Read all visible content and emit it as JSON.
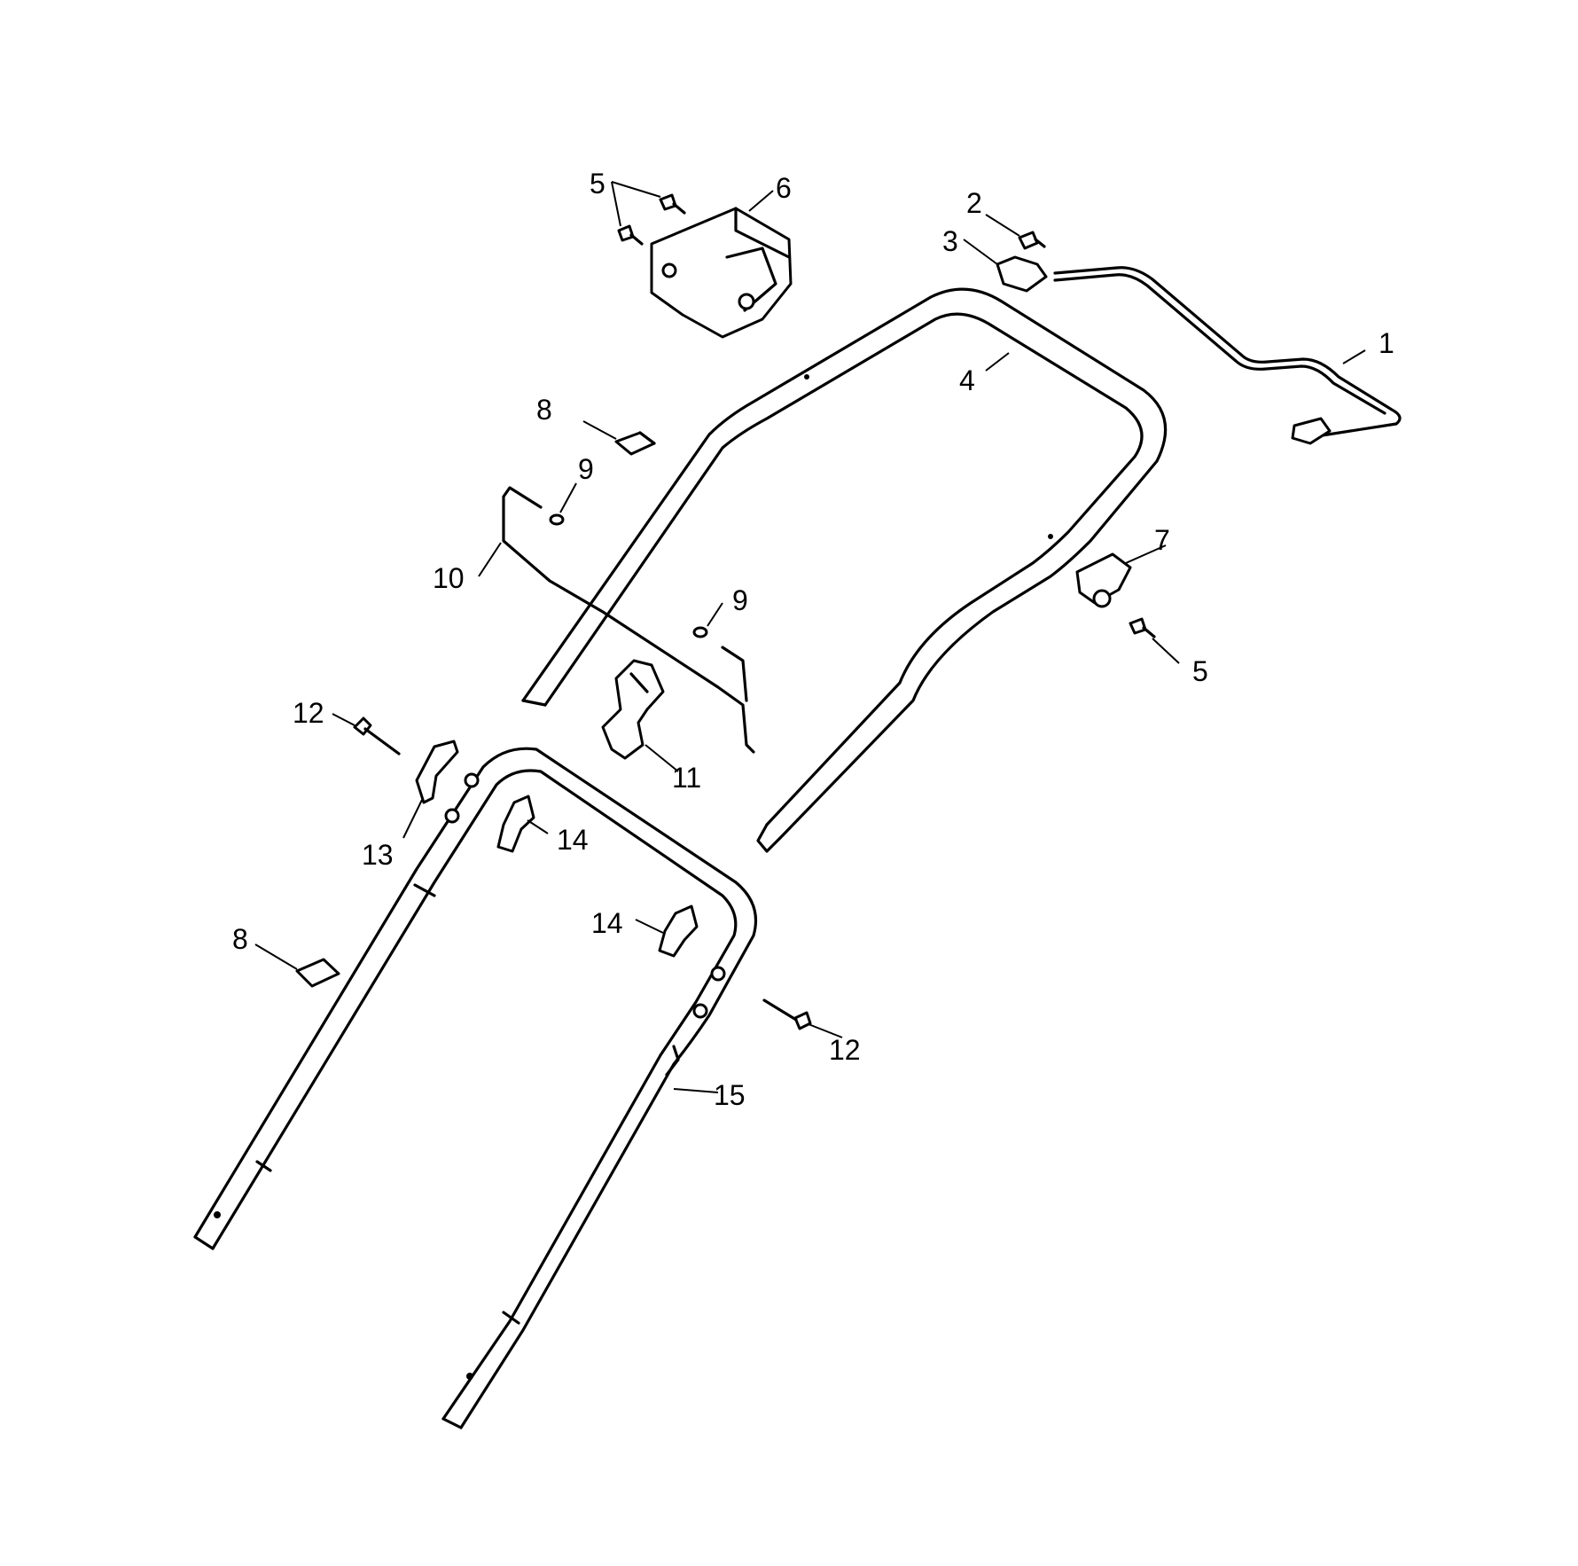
{
  "diagram": {
    "colors": {
      "line": "#000000",
      "background": "#ffffff"
    },
    "callouts": {
      "c1": "1",
      "c2": "2",
      "c3": "3",
      "c4": "4",
      "c5a": "5",
      "c5b": "5",
      "c6": "6",
      "c7": "7",
      "c8a": "8",
      "c8b": "8",
      "c9a": "9",
      "c9b": "9",
      "c10": "10",
      "c11": "11",
      "c12a": "12",
      "c12b": "12",
      "c13": "13",
      "c14a": "14",
      "c14b": "14",
      "c15": "15"
    }
  }
}
